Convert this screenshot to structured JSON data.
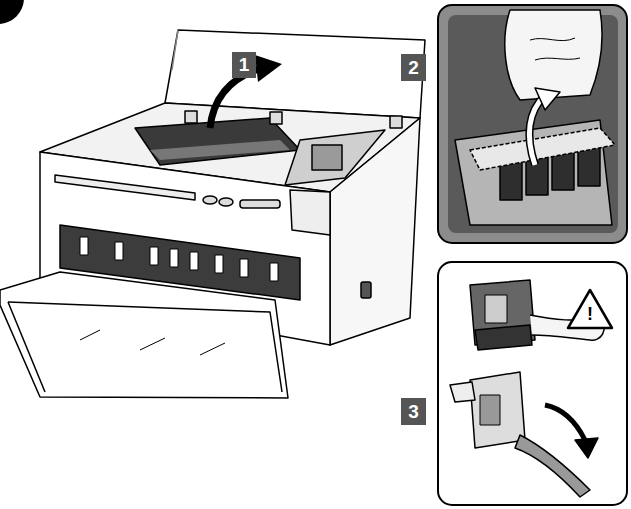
{
  "diagram": {
    "labels": [
      "1",
      "2",
      "3",
      "!"
    ]
  }
}
